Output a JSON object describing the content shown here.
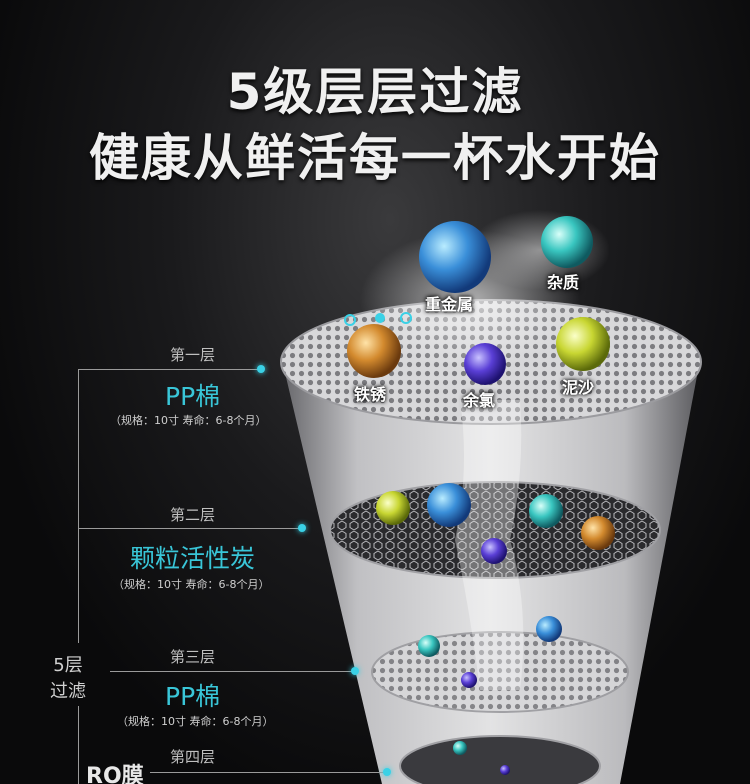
{
  "heading": {
    "line1": "5级层层过滤",
    "line2": "健康从鲜活每一杯水开始"
  },
  "layers": [
    {
      "tier": "第一层",
      "name": "PP棉",
      "spec": "（规格：10寸  寿命：6-8个月）"
    },
    {
      "tier": "第二层",
      "name": "颗粒活性炭",
      "spec": "（规格：10寸  寿命：6-8个月）"
    },
    {
      "tier": "第三层",
      "name": "PP棉",
      "spec": "（规格：10寸  寿命：6-8个月）"
    },
    {
      "tier": "第四层",
      "name": "RO膜"
    }
  ],
  "five_layer": {
    "line1": "5层",
    "line2": "过滤"
  },
  "contaminants": [
    "重金属",
    "杂质",
    "铁锈",
    "余氯",
    "泥沙"
  ],
  "colors": {
    "accent": "#39c6d8",
    "text": "#f0f0f0"
  }
}
